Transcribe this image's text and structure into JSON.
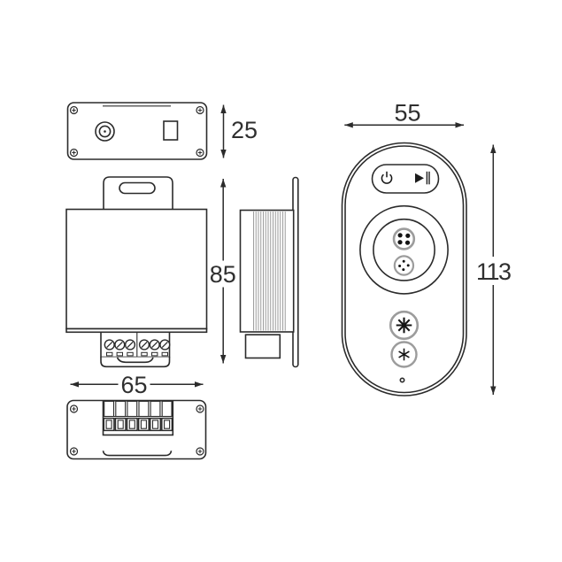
{
  "page": {
    "background": "#ffffff"
  },
  "drawing": {
    "description_labels_visible": [
      "25",
      "85",
      "65",
      "55",
      "113"
    ],
    "colors": {
      "line": "#2b2b2b",
      "button_ring_gray": "#9c9c9c",
      "fin_gray": "#9b9b9b",
      "text": "#2f2f2f"
    },
    "views": {
      "top": {
        "dimension_label": "25"
      },
      "front": {
        "dimension_label": "85"
      },
      "bottom": {
        "dimension_label": "65"
      },
      "remote": {
        "width_label": "55",
        "height_label": "113"
      }
    },
    "icons": [
      "corner-screw-icon",
      "terminal-screw-icon",
      "coax-connector-icon",
      "power-icon",
      "play-pause-icon",
      "group-dots-large-icon",
      "group-dots-small-icon",
      "brightness-up-icon",
      "brightness-down-icon",
      "led-indicator-dot"
    ]
  }
}
